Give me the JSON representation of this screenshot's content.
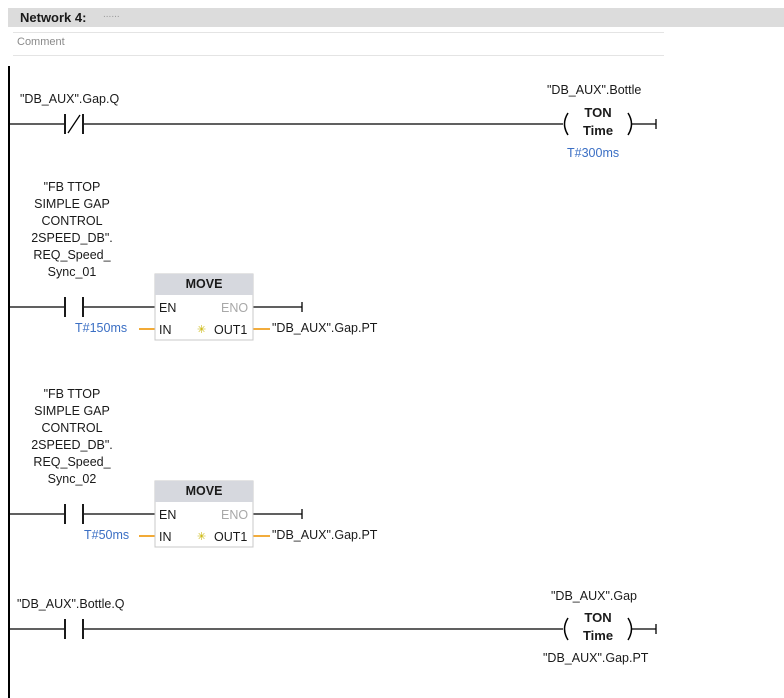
{
  "network": {
    "title": "Network 4:",
    "title_dots": "......",
    "comment_placeholder": "Comment"
  },
  "rung1": {
    "contact_tag": "\"DB_AUX\".Gap.Q",
    "contact_type": "normally-closed",
    "coil_tag": "\"DB_AUX\".Bottle",
    "coil_type": "TON",
    "coil_sub": "Time",
    "coil_preset": "T#300ms"
  },
  "rung2": {
    "contact_tag_lines": [
      "\"FB TTOP",
      "SIMPLE GAP",
      "CONTROL",
      "2SPEED_DB\".",
      "REQ_Speed_",
      "Sync_01"
    ],
    "contact_type": "normally-open",
    "box_title": "MOVE",
    "pin_en": "EN",
    "pin_eno": "ENO",
    "pin_in": "IN",
    "pin_out": "OUT1",
    "in_value": "T#150ms",
    "out_tag": "\"DB_AUX\".Gap.PT"
  },
  "rung3": {
    "contact_tag_lines": [
      "\"FB TTOP",
      "SIMPLE GAP",
      "CONTROL",
      "2SPEED_DB\".",
      "REQ_Speed_",
      "Sync_02"
    ],
    "contact_type": "normally-open",
    "box_title": "MOVE",
    "pin_en": "EN",
    "pin_eno": "ENO",
    "pin_in": "IN",
    "pin_out": "OUT1",
    "in_value": "T#50ms",
    "out_tag": "\"DB_AUX\".Gap.PT"
  },
  "rung4": {
    "contact_tag": "\"DB_AUX\".Bottle.Q",
    "contact_type": "normally-open",
    "coil_tag": "\"DB_AUX\".Gap",
    "coil_type": "TON",
    "coil_sub": "Time",
    "coil_preset": "\"DB_AUX\".Gap.PT"
  },
  "colors": {
    "constant_blue": "#3b6fc4",
    "wire_orange": "#f0a020",
    "box_header": "#d6d8de"
  }
}
